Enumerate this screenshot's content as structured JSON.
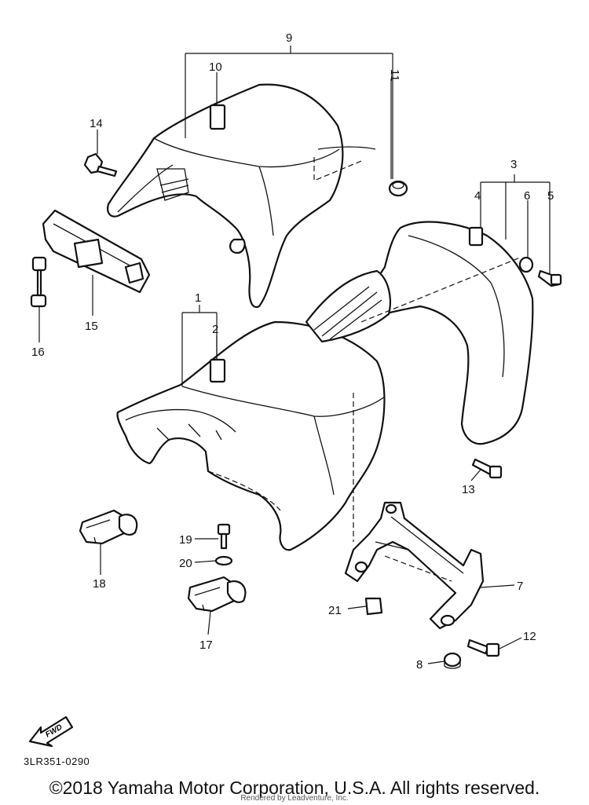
{
  "diagram": {
    "code": "3LR351-0290",
    "direction_label": "FWD",
    "callouts": [
      "1",
      "2",
      "3",
      "4",
      "5",
      "6",
      "7",
      "8",
      "9",
      "10",
      "11",
      "12",
      "13",
      "14",
      "15",
      "16",
      "17",
      "18",
      "19",
      "20",
      "21"
    ]
  },
  "footer": {
    "copyright": "©2018 Yamaha Motor Corporation, U.S.A. All rights reserved.",
    "rendered_by": "Rendered by Leadventure, Inc."
  }
}
